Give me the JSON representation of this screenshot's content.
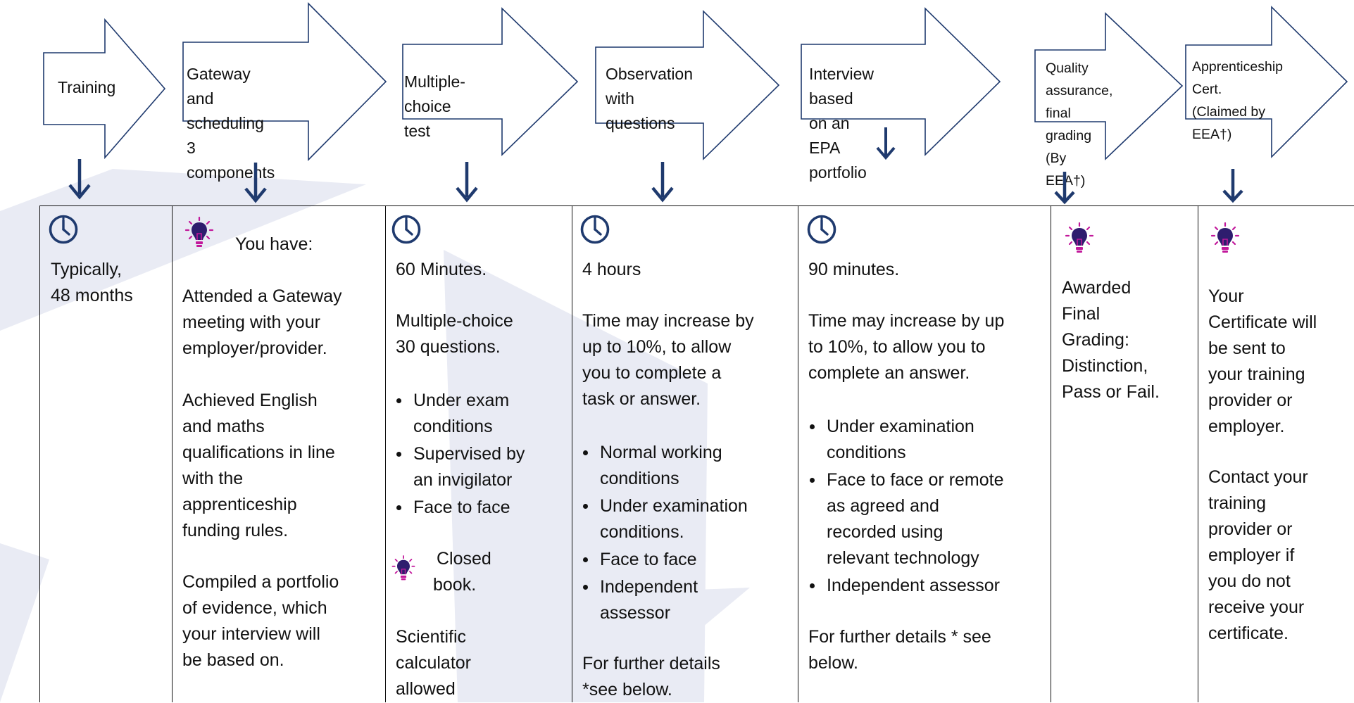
{
  "stages": [
    {
      "label_lines": [
        "Training"
      ]
    },
    {
      "label_lines": [
        "Gateway and scheduling",
        "3 components"
      ]
    },
    {
      "label_lines": [
        "Multiple-choice test"
      ]
    },
    {
      "label_lines": [
        "Observation with",
        "questions"
      ]
    },
    {
      "label_lines": [
        "Interview based on an",
        "EPA portfolio"
      ]
    },
    {
      "label_lines": [
        "Quality assurance,",
        "final grading (By",
        "EEA†)"
      ]
    },
    {
      "label_lines": [
        "Apprenticeship Cert.",
        "(Claimed by EEA†)"
      ]
    }
  ],
  "columns": {
    "training": {
      "icon": "clock-icon",
      "lines": [
        "Typically,",
        "48 months"
      ]
    },
    "gateway": {
      "icon": "lightbulb-icon",
      "intro": "You have:",
      "p1": [
        "Attended a Gateway",
        "meeting with your",
        "employer/provider."
      ],
      "p2": [
        "Achieved English",
        "and maths",
        "qualifications in line",
        "with the",
        "apprenticeship",
        "funding rules."
      ],
      "p3": [
        "Compiled a portfolio",
        "of evidence, which",
        "your interview will",
        "be based on."
      ]
    },
    "mcq": {
      "icon": "clock-icon",
      "duration": "60 Minutes.",
      "desc": [
        "Multiple-choice",
        "30 questions."
      ],
      "bullets": [
        [
          "Under exam",
          "conditions"
        ],
        [
          "Supervised by",
          "an invigilator"
        ],
        [
          "Face to face"
        ]
      ],
      "tip_icon": "lightbulb-icon",
      "tip": [
        "Closed",
        "book."
      ],
      "calc": [
        "Scientific",
        "calculator",
        "allowed"
      ]
    },
    "observation": {
      "icon": "clock-icon",
      "duration": "4 hours",
      "desc": [
        "Time may increase by",
        "up to 10%, to allow",
        "you to complete a",
        "task or answer."
      ],
      "bullets": [
        [
          "Normal working",
          "conditions"
        ],
        [
          "Under examination",
          "conditions."
        ],
        [
          "Face to face"
        ],
        [
          "Independent",
          "assessor"
        ]
      ],
      "further": [
        "For further details",
        "*see below."
      ]
    },
    "interview": {
      "icon": "clock-icon",
      "duration": "90 minutes.",
      "desc": [
        "Time may increase by up",
        "to 10%, to allow you to",
        "complete an answer."
      ],
      "bullets": [
        [
          "Under examination",
          "conditions"
        ],
        [
          "Face to face or remote",
          "as agreed and",
          "recorded using",
          "relevant technology"
        ],
        [
          "Independent assessor"
        ]
      ],
      "further": [
        "For further details * see",
        "below."
      ]
    },
    "quality": {
      "icon": "lightbulb-icon",
      "lines": [
        "Awarded",
        "Final",
        "Grading:",
        "Distinction,",
        "Pass or Fail."
      ]
    },
    "certificate": {
      "icon": "lightbulb-icon",
      "p1": [
        "Your",
        "Certificate will",
        "be sent to",
        "your training",
        "provider or",
        "employer."
      ],
      "p2": [
        "Contact your",
        "training",
        "provider or",
        "employer if",
        "you do not",
        "receive your",
        "certificate."
      ]
    }
  },
  "colors": {
    "arrow_stroke": "#1f3a6e",
    "down_arrow": "#1f3a6e",
    "clock": "#1f3a6e",
    "bulb": "#2e1d6e",
    "bulb_rays": "#c2189b",
    "watermark": "#e9ebf4"
  }
}
